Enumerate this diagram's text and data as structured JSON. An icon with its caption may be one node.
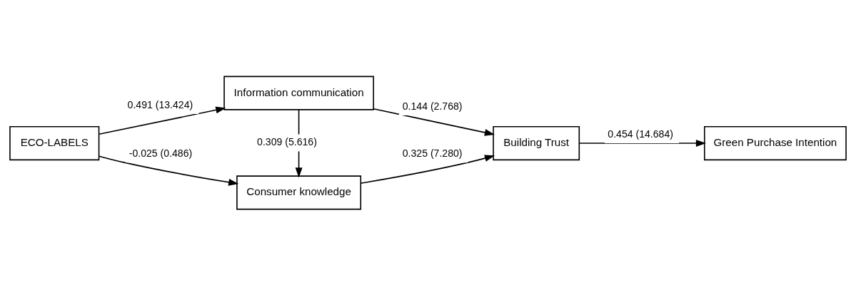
{
  "diagram": {
    "nodes": [
      {
        "text": [
          "ECO-LABELS"
        ]
      },
      {
        "text": [
          "Information communication"
        ]
      },
      {
        "text": [
          "Consumer knowledge"
        ]
      },
      {
        "text": [
          "Building Trust"
        ]
      },
      {
        "text": [
          "Green Purchase Intention"
        ]
      }
    ],
    "edges": [
      {
        "from": 0,
        "to": 1,
        "arrow": "to",
        "label": "0.491 (13.424)"
      },
      {
        "from": 0,
        "to": 2,
        "arrow": "to",
        "label": "-0.025 (0.486)"
      },
      {
        "from": 1,
        "to": 2,
        "arrow": "to",
        "label": "0.309 (5.616)"
      },
      {
        "from": 1,
        "to": 3,
        "arrow": "to",
        "label": "0.144 (2.768)"
      },
      {
        "from": 2,
        "to": 3,
        "arrow": "to",
        "label": "0.325 (7.280)"
      },
      {
        "from": 3,
        "to": 4,
        "arrow": "to",
        "label": "0.454 (14.684)"
      }
    ]
  }
}
